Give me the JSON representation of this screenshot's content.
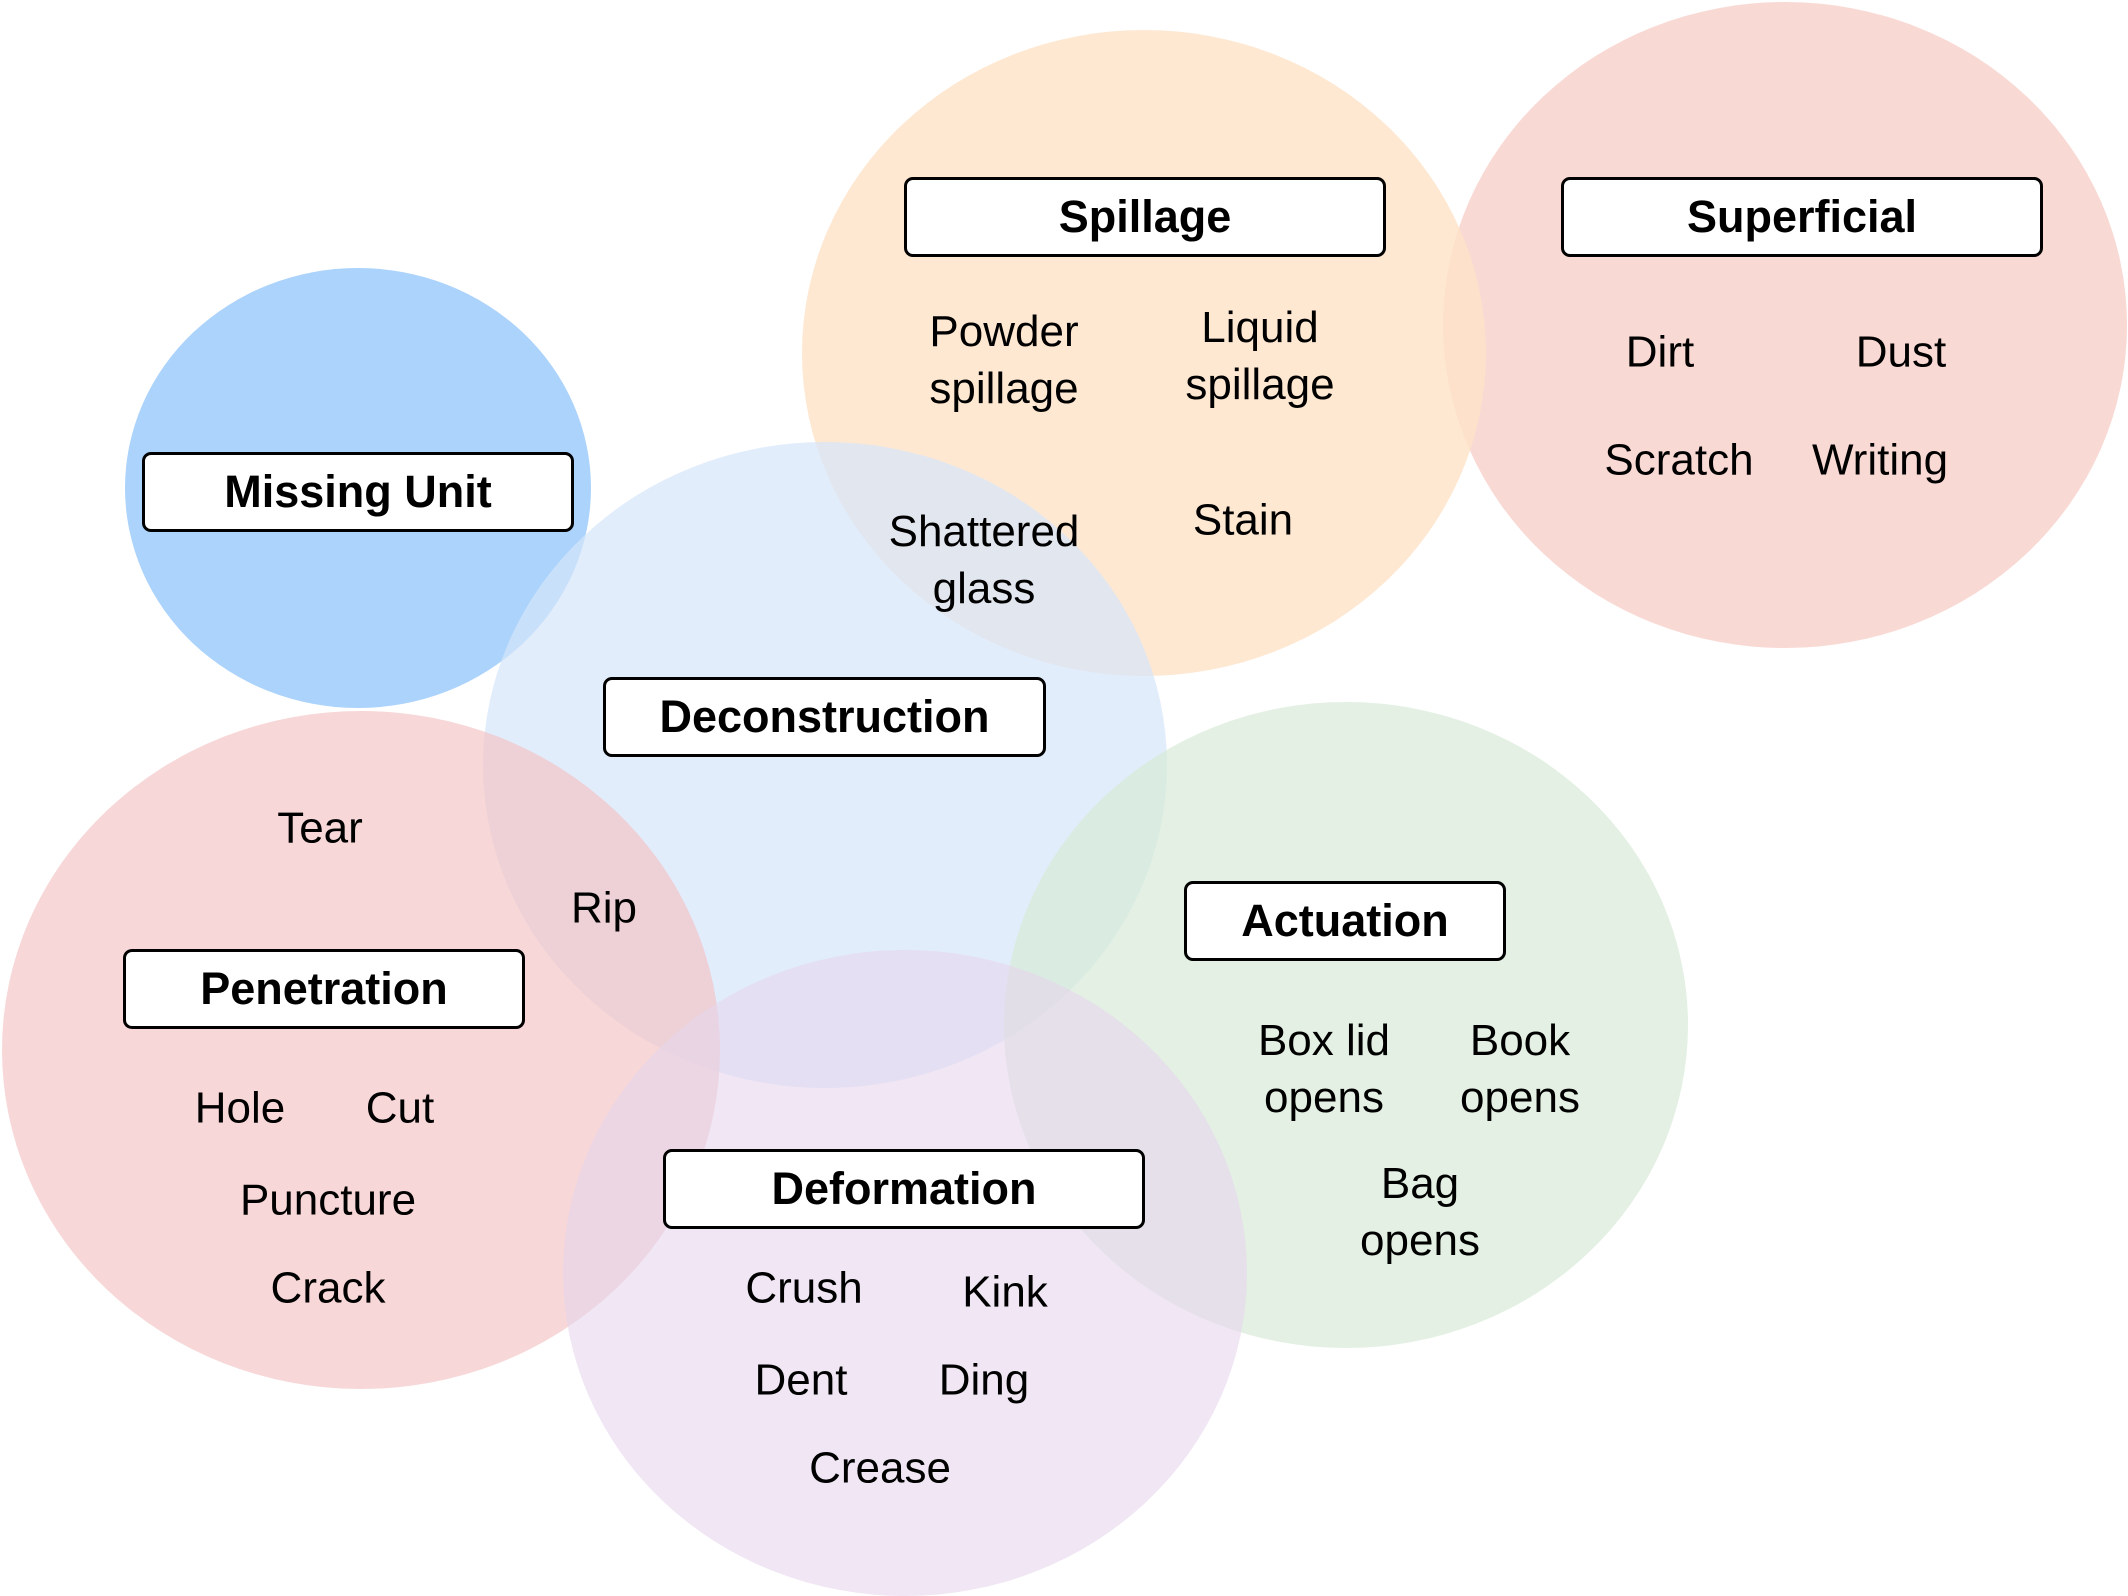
{
  "categories": {
    "missing_unit": {
      "label": "Missing Unit",
      "color": "#a8d1fb"
    },
    "deconstruction": {
      "label": "Deconstruction",
      "color": "#d6e6fb"
    },
    "spillage": {
      "label": "Spillage",
      "color": "#fee3c8"
    },
    "superficial": {
      "label": "Superficial",
      "color": "#f8d2cc"
    },
    "penetration": {
      "label": "Penetration",
      "color": "#f3c2c2"
    },
    "actuation": {
      "label": "Actuation",
      "color": "#d7ead7"
    },
    "deformation": {
      "label": "Deformation",
      "color": "#e6d5ec"
    }
  },
  "terms": {
    "powder_spillage": "Powder\nspillage",
    "liquid_spillage": "Liquid\nspillage",
    "shattered_glass": "Shattered\nglass",
    "stain": "Stain",
    "dirt": "Dirt",
    "dust": "Dust",
    "scratch": "Scratch",
    "writing": "Writing",
    "tear": "Tear",
    "rip": "Rip",
    "hole": "Hole",
    "cut": "Cut",
    "puncture": "Puncture",
    "crack": "Crack",
    "box_lid_opens": "Box lid\nopens",
    "book_opens": "Book\nopens",
    "bag_opens": "Bag\nopens",
    "crush": "Crush",
    "kink": "Kink",
    "dent": "Dent",
    "ding": "Ding",
    "crease": "Crease"
  }
}
